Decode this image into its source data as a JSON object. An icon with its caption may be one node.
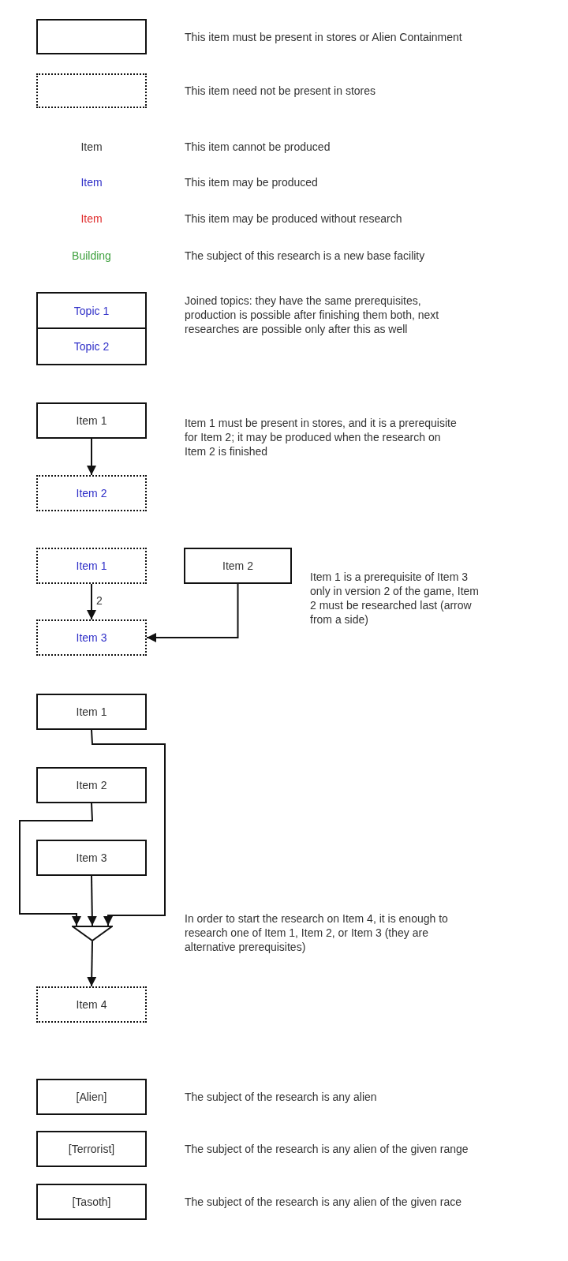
{
  "diagram": {
    "nodes": [
      {
        "text": [],
        "shape": "box",
        "beside": [
          "This item must be present in stores or Alien Containment"
        ]
      },
      {
        "text": [],
        "shape": "box",
        "beside": [
          "This item need not be present in stores"
        ]
      },
      {
        "text": [
          "Topic 1"
        ]
      },
      {
        "text": [
          "Topic 2"
        ]
      },
      {
        "text": [
          "Item 1"
        ]
      },
      {
        "text": [
          "Item 2"
        ]
      },
      {
        "text": [
          "Item 1"
        ]
      },
      {
        "text": [
          "Item 2"
        ]
      },
      {
        "text": [
          "Item 3"
        ]
      },
      {
        "text": [
          "Item 1"
        ]
      },
      {
        "text": [
          "Item 2"
        ]
      },
      {
        "text": [
          "Item 3"
        ]
      },
      {
        "text": [],
        "shape": "triangle"
      },
      {
        "text": [
          "Item 4"
        ]
      },
      {
        "text": [
          "[Alien]"
        ],
        "beside": [
          "The subject of the research is any alien"
        ]
      },
      {
        "text": [
          "[Terrorist]"
        ],
        "beside": [
          "The subject of the research is any alien of the given range"
        ]
      },
      {
        "text": [
          "[Tasoth]"
        ],
        "beside": [
          "The subject of the research is any alien of the given race"
        ]
      }
    ],
    "edges": [
      {
        "from": 4,
        "to": 5,
        "arrow": "to"
      },
      {
        "from": 6,
        "to": 8,
        "arrow": "to",
        "label": "2"
      },
      {
        "from": 7,
        "to": 8,
        "arrow": "to"
      },
      {
        "from": 9,
        "to": 12,
        "arrow": "to"
      },
      {
        "from": 10,
        "to": 12,
        "arrow": "to"
      },
      {
        "from": 11,
        "to": 12,
        "arrow": "to"
      },
      {
        "from": 12,
        "to": 13,
        "arrow": "to"
      }
    ],
    "labels": [
      "Item",
      "This item cannot be produced",
      "Item",
      "This item may be produced",
      "Item",
      "This item may be produced without research",
      "Building",
      "The subject of this research is a new base facility",
      "Joined topics: they have the same prerequisites, production is possible after finishing them both, next researches are possible only after this as well",
      "Item 1 must be present in stores, and it is a prerequisite for Item 2; it may be produced when the research on Item 2 is finished",
      "Item 1 is a prerequisite of Item 3 only in version 2 of the game, Item 2 must be researched last (arrow from a side)",
      "In order to start the research on Item 4, it is enough to research one of Item 1, Item 2, or Item 3 (they are alternative prerequisites)"
    ]
  }
}
